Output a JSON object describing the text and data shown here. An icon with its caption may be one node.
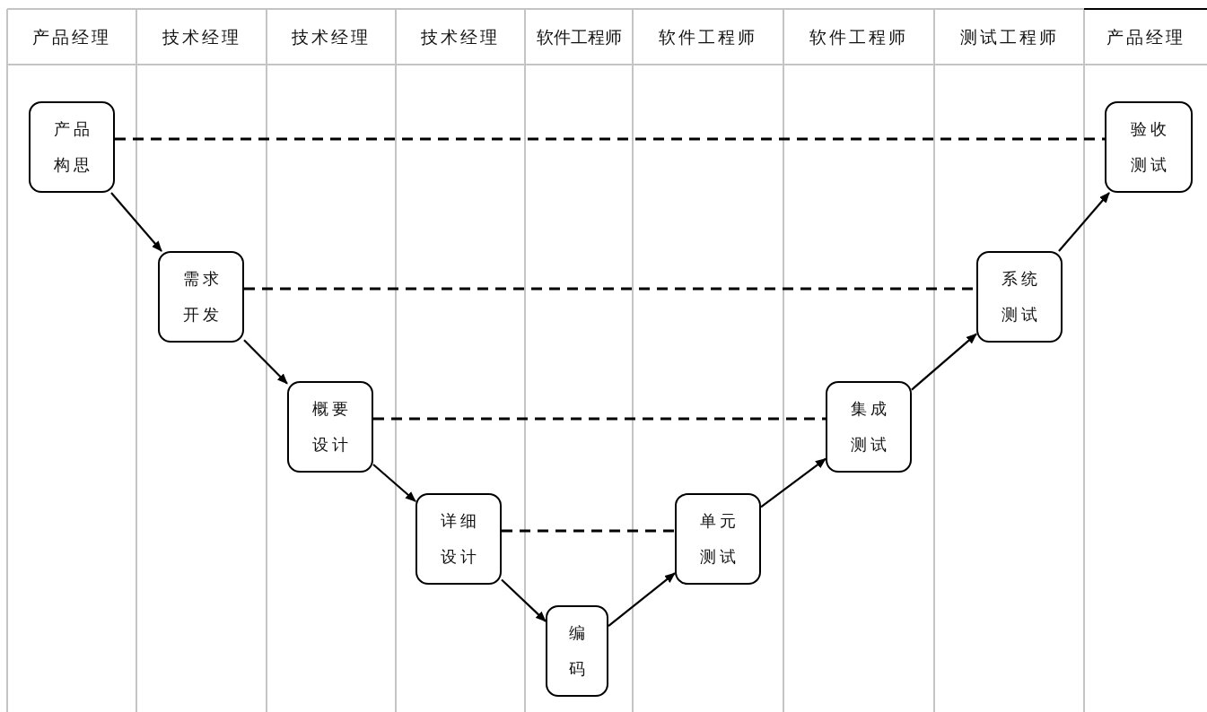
{
  "diagram": {
    "nodes": [
      {
        "text": [
          "产品构思"
        ]
      },
      {
        "text": [
          "需求开发"
        ]
      },
      {
        "text": [
          "概要设计"
        ]
      },
      {
        "text": [
          "详细设计"
        ]
      },
      {
        "text": [
          "编码"
        ]
      },
      {
        "text": [
          "单元测试"
        ]
      },
      {
        "text": [
          "集成测试"
        ]
      },
      {
        "text": [
          "系统测试"
        ]
      },
      {
        "text": [
          "验收测试"
        ]
      }
    ],
    "edges": [
      {
        "from": 0,
        "to": 1,
        "arrow": "to"
      },
      {
        "from": 1,
        "to": 2,
        "arrow": "to"
      },
      {
        "from": 2,
        "to": 3,
        "arrow": "to"
      },
      {
        "from": 3,
        "to": 4,
        "arrow": "to"
      },
      {
        "from": 4,
        "to": 5,
        "arrow": "to"
      },
      {
        "from": 5,
        "to": 6,
        "arrow": "to"
      },
      {
        "from": 6,
        "to": 7,
        "arrow": "to"
      },
      {
        "from": 7,
        "to": 8,
        "arrow": "to"
      },
      {
        "from": 0,
        "to": 8,
        "arrow": "none",
        "style": "dashed"
      },
      {
        "from": 1,
        "to": 7,
        "arrow": "none",
        "style": "dashed"
      },
      {
        "from": 2,
        "to": 6,
        "arrow": "none",
        "style": "dashed"
      },
      {
        "from": 3,
        "to": 5,
        "arrow": "none",
        "style": "dashed"
      }
    ],
    "labels": [
      "产品经理",
      "技术经理",
      "技术经理",
      "技术经理",
      "软件工程师",
      "软件工程师",
      "软件工程师",
      "测试工程师",
      "产品经理"
    ]
  }
}
